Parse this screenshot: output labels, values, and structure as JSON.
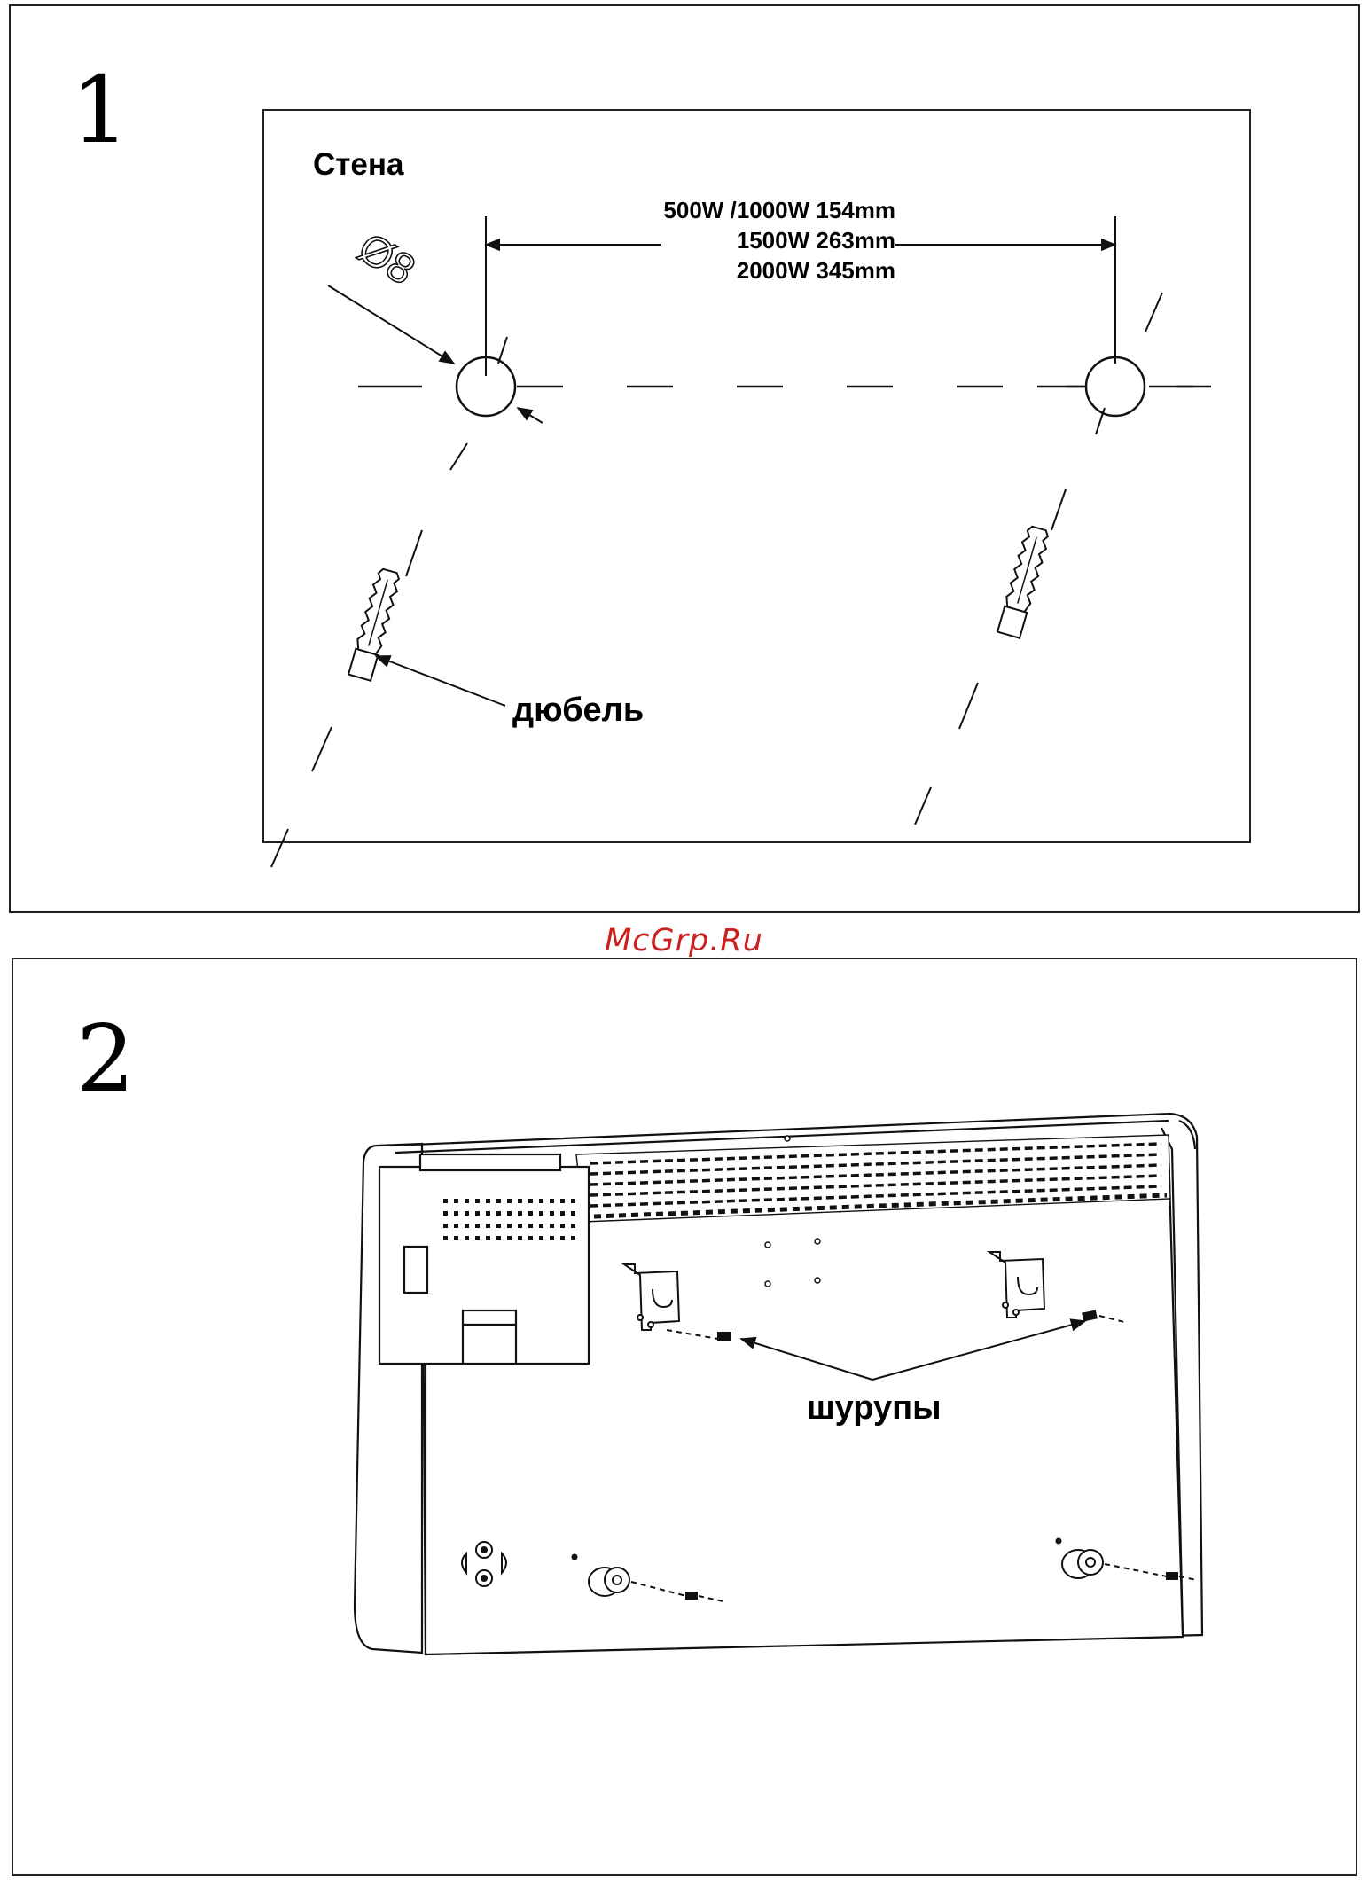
{
  "steps": [
    {
      "number": "1",
      "wall_label": "Стена",
      "hole_diameter_label": "Ø8",
      "distance_lines": [
        "500W /1000W 154mm",
        "1500W 263mm",
        "2000W 345mm"
      ],
      "dowel_label": "дюбель"
    },
    {
      "number": "2",
      "screws_label": "шурупы"
    }
  ],
  "watermark": "McGrp.Ru",
  "colors": {
    "line": "#111111",
    "watermark": "#cc1f1f",
    "background": "#ffffff"
  }
}
